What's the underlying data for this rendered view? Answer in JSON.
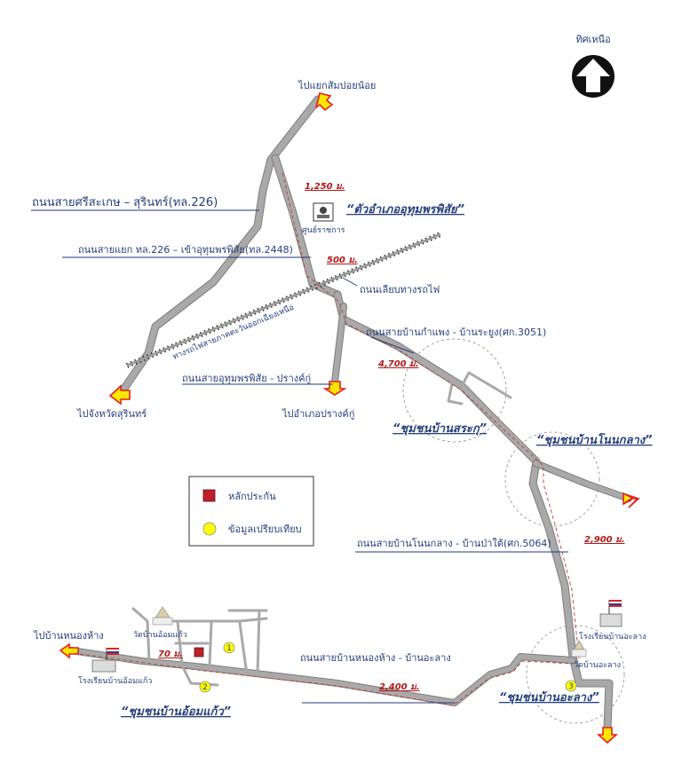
{
  "north": {
    "label": "ทิศเหนือ",
    "icon": "north-arrow-icon"
  },
  "destinations": {
    "to_samyaek": "ไปแยกสัมปอยน้อย",
    "to_surin": "ไปจังหวัดสุรินทร์",
    "to_prang_ku": "ไปอำเภอปรางค์กู่",
    "to_nong_hang": "ไปบ้านหนองห้าง"
  },
  "roads": {
    "sisaket_surin": "ถนนสายศรีสะเกษ – สุรินทร์(ทล.226)",
    "junction_226_2448": "ถนนสายแยก ทล.226 – เข้าอุทุมพรพิสัย(ทล.2448)",
    "railway_side": "ถนนเลียบทางรถไฟ",
    "kamphaeng_rayung": "ถนนสายบ้านกำแพง - บ้านระยูง(ศก.3051)",
    "uthumphon_prangku": "ถนนสายอุทุมพรพิสัย - ปรางค์กู่",
    "nonklang_pa_tai": "ถนนสายบ้านโนนกลาง - บ้านป่าใต้(ศก.5064)",
    "nonghang_alang": "ถนนสายบ้านหนองห้าง - บ้านอะลาง",
    "railway": "ทางรถไฟสายภาคตะวันออกเฉียงเหนือ"
  },
  "places": {
    "district": "“ตัวอำเภออุทุมพรพิสัย”",
    "gov_center": "ศูนย์ราชการ",
    "community_sarakup": "“ชุมชนบ้านสระกุ”",
    "community_nonklang": "“ชุมชนบ้านโนนกลาง”",
    "community_alang": "“ชุมชนบ้านอะลาง”",
    "community_om_kaeo": "“ชุมชนบ้านอ้อมแก้ว”",
    "school_alang": "โรงเรียนบ้านอะลาง",
    "temple_alang": "วัดบ้านอะลาง",
    "temple_om_kaeo": "วัดบ้านอ้อมแก้ว",
    "school_om_kaeo": "โรงเรียนบ้านอ้อมแก้ว"
  },
  "distances": {
    "d1250": "1,250 ม.",
    "d500": "500 ม.",
    "d4700": "4,700 ม.",
    "d2900": "2,900 ม.",
    "d2400": "2,400 ม.",
    "d70": "70 ม."
  },
  "markers": {
    "m1": "1",
    "m2": "2",
    "m3": "3"
  },
  "legend": {
    "pin_label": "หลักประกัน",
    "comparable_label": "ข้อมูลเปรียบเทียบ",
    "pin_color": "#c0202a",
    "comparable_color": "#ffff00"
  },
  "colors": {
    "road": "#a9a9a9",
    "text": "#243f7a",
    "distance": "#b01818"
  }
}
